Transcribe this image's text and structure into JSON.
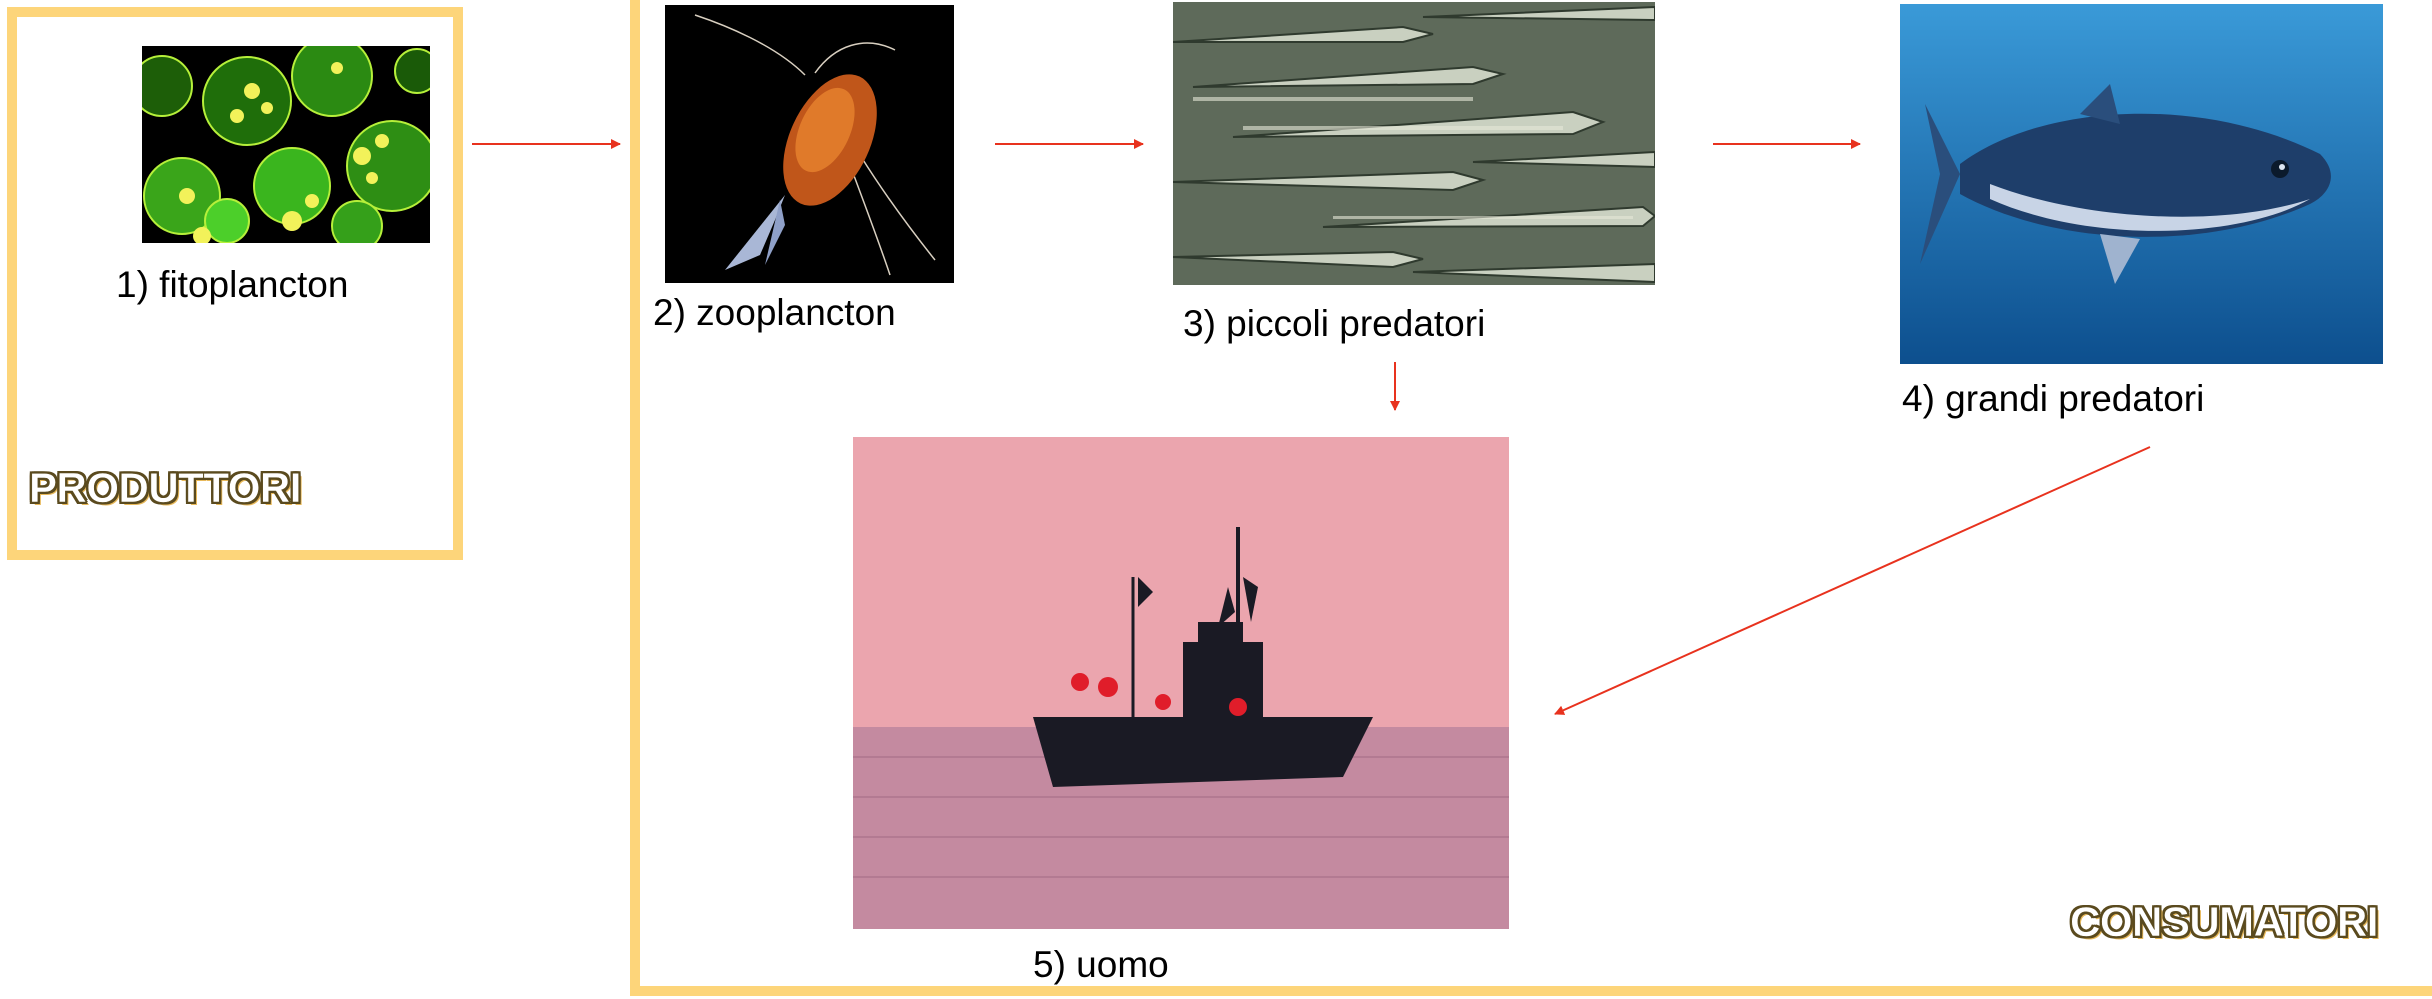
{
  "groups": {
    "producers_label": "PRODUTTORI",
    "consumers_label": "CONSUMATORI"
  },
  "nodes": [
    {
      "id": "phytoplankton",
      "label": "1) fitoplancton"
    },
    {
      "id": "zooplankton",
      "label": "2) zooplancton"
    },
    {
      "id": "small_predators",
      "label": "3) piccoli predatori"
    },
    {
      "id": "large_predators",
      "label": "4) grandi predatori"
    },
    {
      "id": "human",
      "label": "5) uomo"
    }
  ],
  "edges": [
    {
      "from": "phytoplankton",
      "to": "zooplankton"
    },
    {
      "from": "zooplankton",
      "to": "small_predators"
    },
    {
      "from": "small_predators",
      "to": "large_predators"
    },
    {
      "from": "small_predators",
      "to": "human"
    },
    {
      "from": "large_predators",
      "to": "human"
    }
  ],
  "colors": {
    "arrow": "#e8321e",
    "frame": "#fdd57a"
  },
  "icons": {
    "phytoplankton": "phytoplankton-microscope-photo",
    "zooplankton": "copepod-photo",
    "small_predators": "fish-school-photo",
    "large_predators": "tuna-photo",
    "human": "fishing-boat-photo"
  }
}
